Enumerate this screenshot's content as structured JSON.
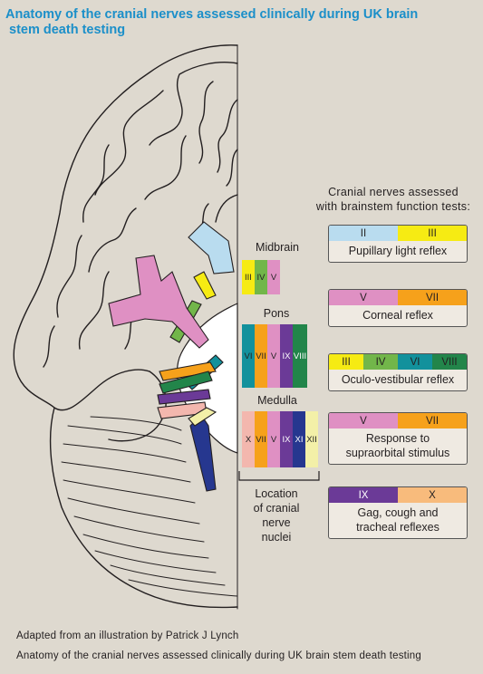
{
  "title": {
    "line1": "Anatomy of the cranial nerves assessed clinically during UK brain",
    "line2": "stem death testing"
  },
  "legend_heading": {
    "line1": "Cranial nerves assessed",
    "line2": "with brainstem function tests:"
  },
  "tests": [
    {
      "segments": [
        {
          "label": "II",
          "color": "#b9dcef"
        },
        {
          "label": "III",
          "color": "#f6eb13"
        }
      ],
      "name": "Pupillary light reflex"
    },
    {
      "segments": [
        {
          "label": "V",
          "color": "#df90c3"
        },
        {
          "label": "VII",
          "color": "#f6a11b"
        }
      ],
      "name": "Corneal reflex"
    },
    {
      "segments": [
        {
          "label": "III",
          "color": "#f6eb13"
        },
        {
          "label": "IV",
          "color": "#72b64a"
        },
        {
          "label": "VI",
          "color": "#12919c"
        },
        {
          "label": "VIII",
          "color": "#22854a"
        }
      ],
      "name": "Oculo-vestibular reflex"
    },
    {
      "segments": [
        {
          "label": "V",
          "color": "#df90c3"
        },
        {
          "label": "VII",
          "color": "#f6a11b"
        }
      ],
      "name_line1": "Response to",
      "name_line2": "supraorbital stimulus"
    },
    {
      "segments": [
        {
          "label": "IX",
          "color": "#6b3a97"
        },
        {
          "label": "X",
          "color": "#f8bb7c"
        }
      ],
      "name_line1": "Gag, cough and",
      "name_line2": "tracheal reflexes"
    }
  ],
  "nuclei": {
    "midbrain": {
      "label": "Midbrain",
      "cells": [
        {
          "label": "III",
          "color": "#f6eb13"
        },
        {
          "label": "IV",
          "color": "#72b64a"
        },
        {
          "label": "V",
          "color": "#df90c3"
        }
      ]
    },
    "pons": {
      "label": "Pons",
      "cells": [
        {
          "label": "VI",
          "color": "#12919c"
        },
        {
          "label": "VII",
          "color": "#f6a11b"
        },
        {
          "label": "V",
          "color": "#df90c3"
        },
        {
          "label": "IX",
          "color": "#6b3a97"
        },
        {
          "label": "VIII",
          "color": "#22854a"
        }
      ]
    },
    "medulla": {
      "label": "Medulla",
      "cells": [
        {
          "label": "X",
          "color": "#f3b7ae"
        },
        {
          "label": "VII",
          "color": "#f6a11b"
        },
        {
          "label": "V",
          "color": "#df90c3"
        },
        {
          "label": "IX",
          "color": "#6b3a97"
        },
        {
          "label": "XI",
          "color": "#26378f"
        },
        {
          "label": "XII",
          "color": "#f3f0a8"
        }
      ]
    }
  },
  "location_label": {
    "line1": "Location",
    "line2": "of cranial",
    "line3": "nerve",
    "line4": "nuclei"
  },
  "credits": {
    "line1": "Adapted from an illustration by Patrick J Lynch",
    "line2": "Anatomy of the cranial nerves assessed clinically during UK brain stem death testing"
  }
}
